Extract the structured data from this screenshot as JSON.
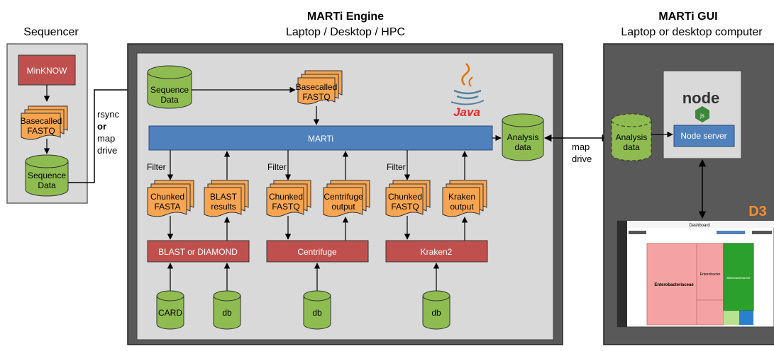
{
  "sequencer": {
    "title": "Sequencer",
    "minknow": "MinKNOW",
    "fastq_line1": "Basecalled",
    "fastq_line2": "FASTQ",
    "seq_line1": "Sequence",
    "seq_line2": "Data"
  },
  "transfer": {
    "line1": "rsync",
    "line2": "or",
    "line3": "map",
    "line4": "drive"
  },
  "engine": {
    "title": "MARTi Engine",
    "subtitle": "Laptop / Desktop / HPC",
    "seq_line1": "Sequence",
    "seq_line2": "Data",
    "fastq_line1": "Basecalled",
    "fastq_line2": "FASTQ",
    "java_label": "Java",
    "marti_bar": "MARTi",
    "analysis_line1": "Analysis",
    "analysis_line2": "data",
    "filter": "Filter",
    "chunked_fasta_1": "Chunked",
    "chunked_fasta_2": "FASTA",
    "blast_results_1": "BLAST",
    "blast_results_2": "results",
    "chunked_fastq_1": "Chunked",
    "chunked_fastq_2": "FASTQ",
    "centrifuge_out_1": "Centrifuge",
    "centrifuge_out_2": "output",
    "kraken_out_1": "Kraken",
    "kraken_out_2": "output",
    "blast_tool": "BLAST or DIAMOND",
    "centrifuge_tool": "Centrifuge",
    "kraken_tool": "Kraken2",
    "card_db": "CARD",
    "db": "db"
  },
  "map_drive": {
    "line1": "map",
    "line2": "drive"
  },
  "gui": {
    "title": "MARTi GUI",
    "subtitle": "Laptop or desktop computer",
    "analysis_line1": "Analysis",
    "analysis_line2": "data",
    "node_logo": "node",
    "node_sub": "js",
    "node_server": "Node server",
    "d3_logo": "D3",
    "dashboard": {
      "title": "Dashboard",
      "taxa": [
        "Enterobacteriaceae",
        "Enterobacter",
        "Bifidobacteriaceae"
      ]
    }
  },
  "colors": {
    "panel": "#d9d9d9",
    "cylinder": "#8fbc50",
    "file": "#f7a550",
    "tool": "#c0504d",
    "marti": "#4f81bd",
    "tree_pink": "#f4a3a2",
    "tree_green": "#2ca02c"
  }
}
